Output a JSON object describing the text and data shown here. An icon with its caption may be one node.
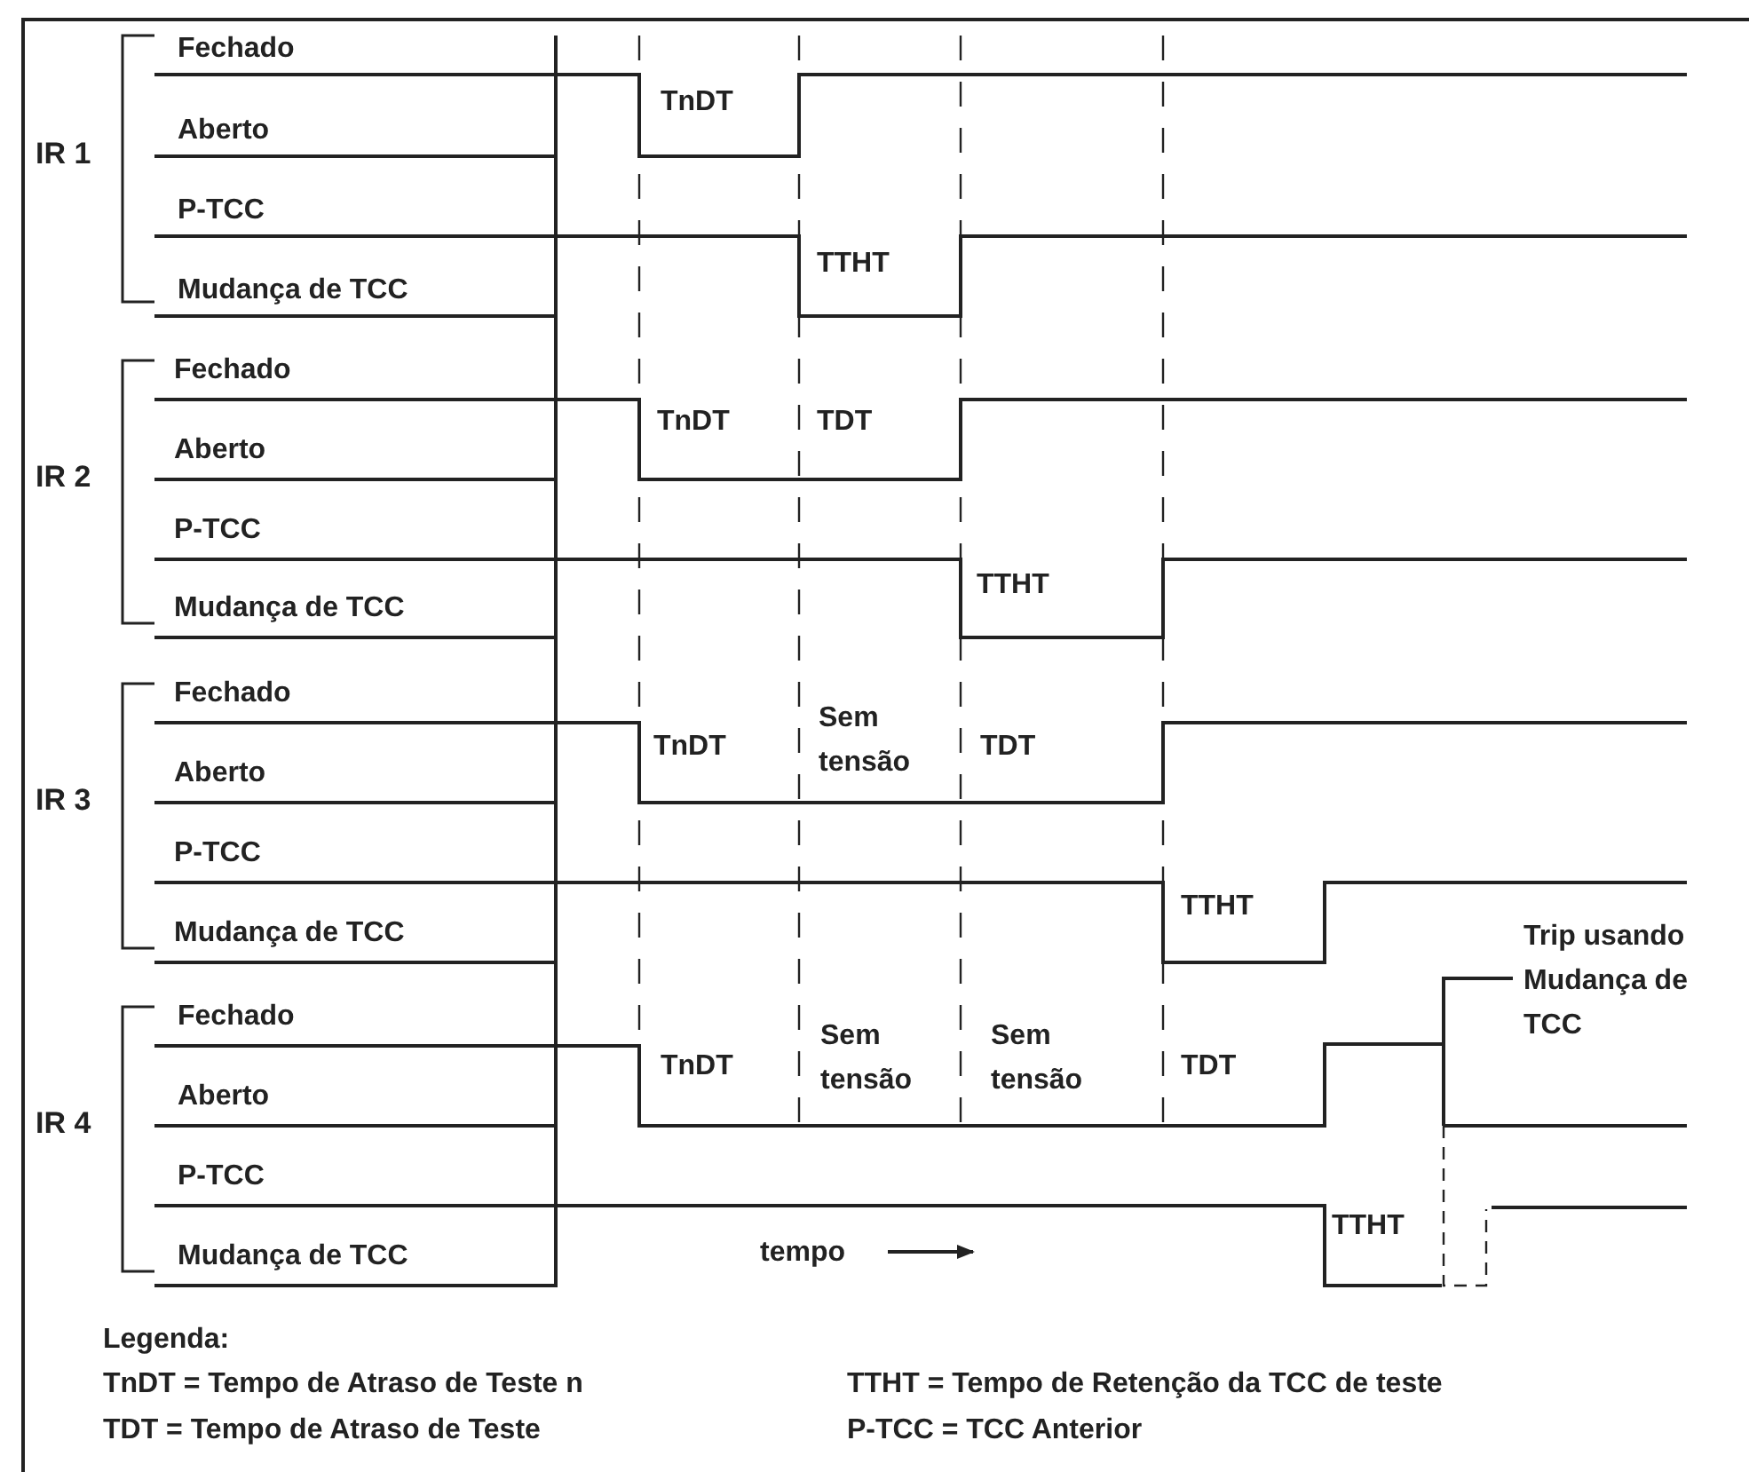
{
  "diagram": {
    "labels": [
      "IR 1",
      "Fechado",
      "Aberto",
      "P-TCC",
      "Mudança de TCC",
      "TnDT",
      "TTHT",
      "IR 2",
      "Fechado",
      "Aberto",
      "P-TCC",
      "Mudança de TCC",
      "TnDT",
      "TDT",
      "TTHT",
      "IR 3",
      "Fechado",
      "Aberto",
      "P-TCC",
      "Mudança de TCC",
      "TnDT",
      "Sem tensão",
      "TDT",
      "TTHT",
      "IR 4",
      "Fechado",
      "Aberto",
      "P-TCC",
      "Mudança de TCC",
      "TnDT",
      "Sem tensão",
      "Sem tensão",
      "TDT",
      "TTHT",
      "Trip usando Mudança de TCC",
      "tempo",
      "Legenda:",
      "TnDT = Tempo de Atraso de Teste n",
      "TTHT = Tempo de Retenção da TCC de teste",
      "TDT = Tempo de Atraso de Teste",
      "P-TCC = TCC Anterior"
    ]
  }
}
